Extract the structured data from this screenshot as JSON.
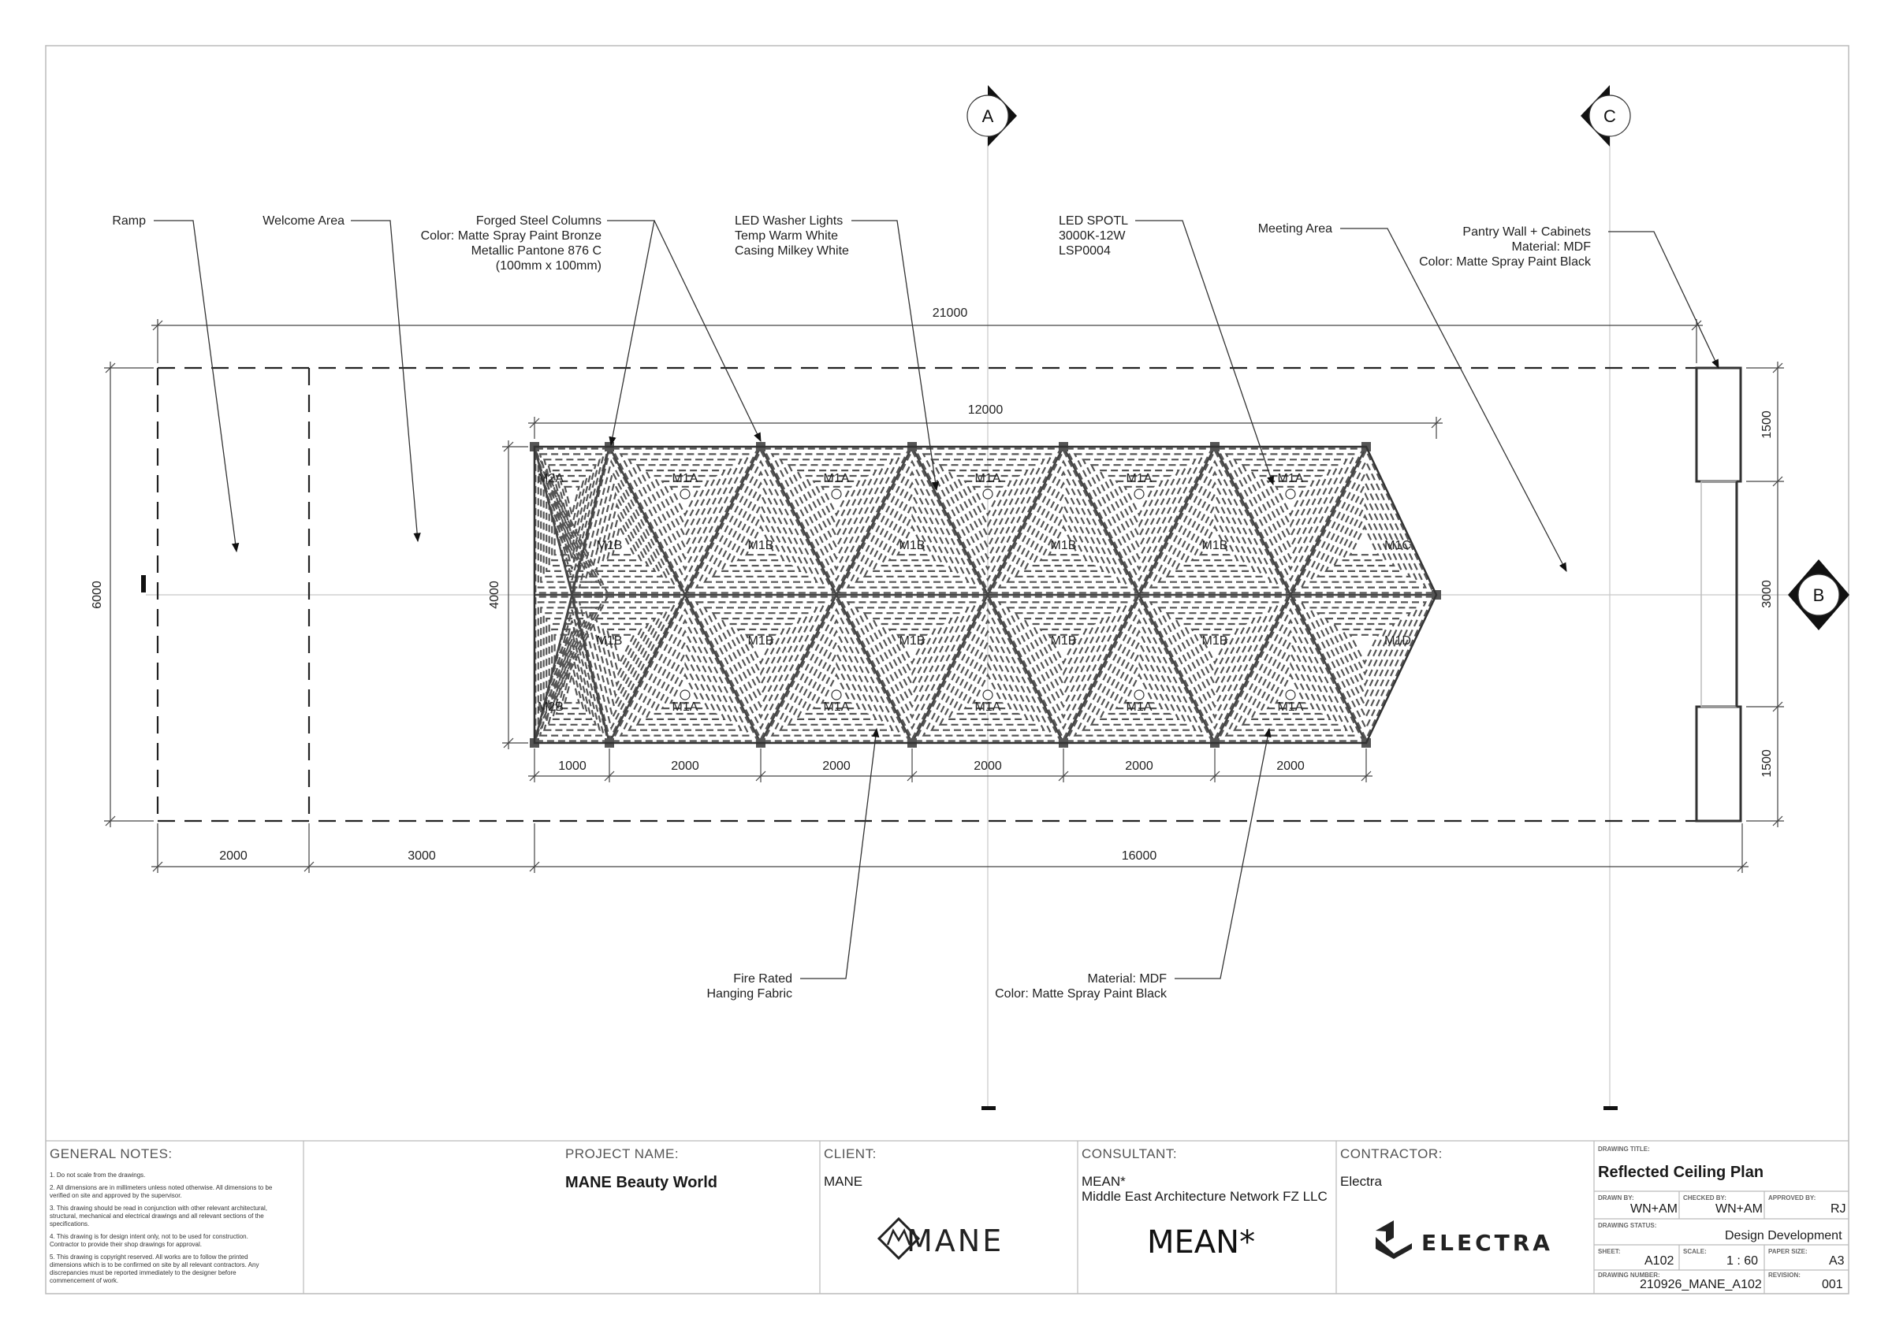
{
  "sheet_title": "Reflected Ceiling Plan",
  "grid_bubbles": {
    "a": "A",
    "b": "B",
    "c": "C"
  },
  "callouts": {
    "ramp": "Ramp",
    "welcome": "Welcome Area",
    "columns": [
      "Forged Steel Columns",
      "Color: Matte Spray Paint Bronze",
      "Metallic Pantone 876 C",
      "(100mm x 100mm)"
    ],
    "washer": [
      "LED Washer Lights",
      "Temp Warm White",
      "Casing Milkey White"
    ],
    "spot": [
      "LED SPOTL",
      "3000K-12W",
      "LSP0004"
    ],
    "meeting": "Meeting Area",
    "pantry": [
      "Pantry Wall + Cabinets",
      "Material: MDF",
      "Color: Matte Spray Paint Black"
    ],
    "fabric": [
      "Fire Rated",
      "Hanging Fabric"
    ],
    "mdf": [
      "Material: MDF",
      "Color: Matte Spray Paint Black"
    ]
  },
  "dimensions": {
    "overall_length": "21000",
    "ceiling_length": "12000",
    "overall_width": "6000",
    "ceiling_width": "4000",
    "bays": [
      "1000",
      "2000",
      "2000",
      "2000",
      "2000",
      "2000"
    ],
    "bottom": [
      "2000",
      "3000",
      "16000"
    ],
    "right": [
      "1500",
      "3000",
      "1500"
    ]
  },
  "panel_labels": {
    "top_up": [
      "M2A",
      "M1A",
      "M1A",
      "M1A",
      "M1A",
      "M1A"
    ],
    "top_down": [
      "M1B",
      "M1B",
      "M1B",
      "M1B",
      "M1B",
      "M1C"
    ],
    "bottom_up": [
      "M1B",
      "M1B",
      "M1B",
      "M1B",
      "M1B",
      "M1D"
    ],
    "bottom_down": [
      "M2B",
      "M1A",
      "M1A",
      "M1A",
      "M1A",
      "M1A"
    ]
  },
  "title_block": {
    "general_notes_label": "GENERAL NOTES:",
    "notes": [
      "1. Do not scale from the drawings.",
      "2. All dimensions are in millimeters unless noted otherwise. All dimensions to be verified on site and approved  by the supervisor.",
      "3. This drawing should be read in conjunction with other relevant  architectural, structural, mechanical and electrical drawings and all  relevant sections of the specifications.",
      "4. This drawing is for design intent only, not to be used for construction. Contractor to provide their shop  drawings for approval.",
      "5. This drawing is copyright reserved. All works are to follow the printed dimensions which is to be confirmed on  site by all  relevant  contractors. Any discrepancies must be reported immediately to the designer before commencement  of work."
    ],
    "project_label": "PROJECT NAME:",
    "project_name": "MANE Beauty World",
    "client_label": "CLIENT:",
    "client": "MANE",
    "client_logo": "MANE",
    "consultant_label": "CONSULTANT:",
    "consultant": "MEAN*",
    "consultant_full": "Middle East Architecture Network FZ LLC",
    "consultant_logo": "MEAN*",
    "contractor_label": "CONTRACTOR:",
    "contractor": "Electra",
    "contractor_logo": "ELECTRA",
    "drawing_title_label": "DRAWING TITLE:",
    "drawing_title": "Reflected Ceiling Plan",
    "drawn_by_label": "DRAWN BY:",
    "drawn_by": "WN+AM",
    "checked_by_label": "CHECKED BY:",
    "checked_by": "WN+AM",
    "approved_by_label": "APPROVED BY:",
    "approved_by": "RJ",
    "status_label": "DRAWING STATUS:",
    "status": "Design Development",
    "sheet_label": "SHEET:",
    "sheet": "A102",
    "scale_label": "SCALE:",
    "scale": "1 : 60",
    "paper_label": "PAPER SIZE:",
    "paper": "A3",
    "number_label": "DRAWING NUMBER:",
    "number": "210926_MANE_A102",
    "revision_label": "REVISION:",
    "revision": "001"
  }
}
